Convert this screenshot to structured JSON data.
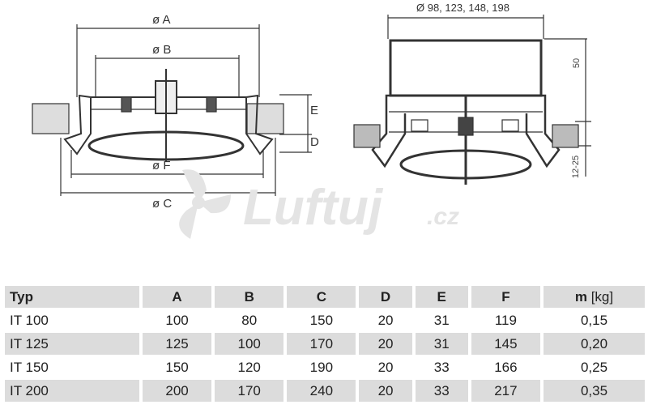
{
  "drawing_left": {
    "labels": {
      "A": "ø A",
      "B": "ø B",
      "C": "ø C",
      "F": "ø F",
      "E": "E",
      "D": "D"
    }
  },
  "drawing_right": {
    "diameter_label": "Ø 98, 123, 148, 198",
    "height_label": "50",
    "range_label": "12-25"
  },
  "watermark": {
    "text": "Luftuj",
    "suffix": ".cz"
  },
  "table": {
    "headers": [
      "Typ",
      "A",
      "B",
      "C",
      "D",
      "E",
      "F",
      "m",
      "[kg]"
    ],
    "rows": [
      [
        "IT 100",
        "100",
        "80",
        "150",
        "20",
        "31",
        "119",
        "0,15"
      ],
      [
        "IT 125",
        "125",
        "100",
        "170",
        "20",
        "31",
        "145",
        "0,20"
      ],
      [
        "IT 150",
        "150",
        "120",
        "190",
        "20",
        "33",
        "166",
        "0,25"
      ],
      [
        "IT 200",
        "200",
        "170",
        "240",
        "20",
        "33",
        "217",
        "0,35"
      ]
    ]
  }
}
